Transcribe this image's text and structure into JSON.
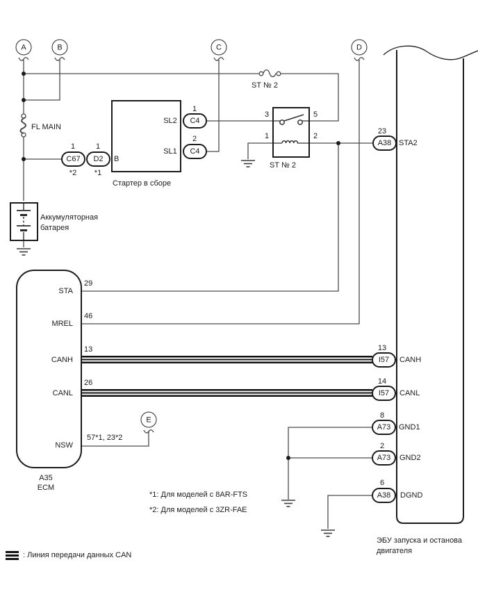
{
  "colors": {
    "background": "#ffffff",
    "wire": "#4a4a4a",
    "border": "#1a1a1a",
    "text": "#1a1a1a"
  },
  "icons": [
    "ground-symbol",
    "fuse-symbol",
    "fusible-link-symbol",
    "battery-symbol",
    "relay-switch-symbol",
    "relay-coil-symbol",
    "break-wave-symbol",
    "can-line-sample-icon"
  ],
  "refs": {
    "a": "A",
    "b": "B",
    "c": "C",
    "d": "D",
    "e": "E"
  },
  "fuse": {
    "name": "ST № 2"
  },
  "fusible_link": {
    "name": "FL MAIN"
  },
  "battery": {
    "name_line1": "Аккумуляторная",
    "name_line2": "батарея"
  },
  "starter": {
    "title": "Стартер в сборе",
    "terminal_b": "B",
    "sl2": "SL2",
    "sl1": "SL1",
    "c4_1": {
      "pin": "1",
      "code": "C4"
    },
    "c4_2": {
      "pin": "2",
      "code": "C4"
    },
    "c67": {
      "pin": "1",
      "code": "C67",
      "note": "*2"
    },
    "d2": {
      "pin": "1",
      "code": "D2",
      "note": "*1"
    }
  },
  "relay": {
    "name": "ST № 2",
    "pin3": "3",
    "pin5": "5",
    "pin1": "1",
    "pin2": "2"
  },
  "ecm": {
    "code": "A35",
    "name": "ECM",
    "pins": [
      {
        "num": "29",
        "name": "STA"
      },
      {
        "num": "46",
        "name": "MREL"
      },
      {
        "num": "13",
        "name": "CANH"
      },
      {
        "num": "26",
        "name": "CANL"
      },
      {
        "num": "57*1, 23*2",
        "name": "NSW"
      }
    ]
  },
  "ecu": {
    "name_line1": "ЭБУ запуска и останова",
    "name_line2": "двигателя",
    "connectors": [
      {
        "num": "23",
        "code": "A38",
        "name": "STA2"
      },
      {
        "num": "13",
        "code": "I57",
        "name": "CANH"
      },
      {
        "num": "14",
        "code": "I57",
        "name": "CANL"
      },
      {
        "num": "8",
        "code": "A73",
        "name": "GND1"
      },
      {
        "num": "2",
        "code": "A73",
        "name": "GND2"
      },
      {
        "num": "6",
        "code": "A38",
        "name": "DGND"
      }
    ]
  },
  "notes": {
    "n1": "*1: Для моделей с 8AR-FTS",
    "n2": "*2: Для моделей с 3ZR-FAE"
  },
  "legend": {
    "can": ": Линия передачи данных CAN"
  }
}
